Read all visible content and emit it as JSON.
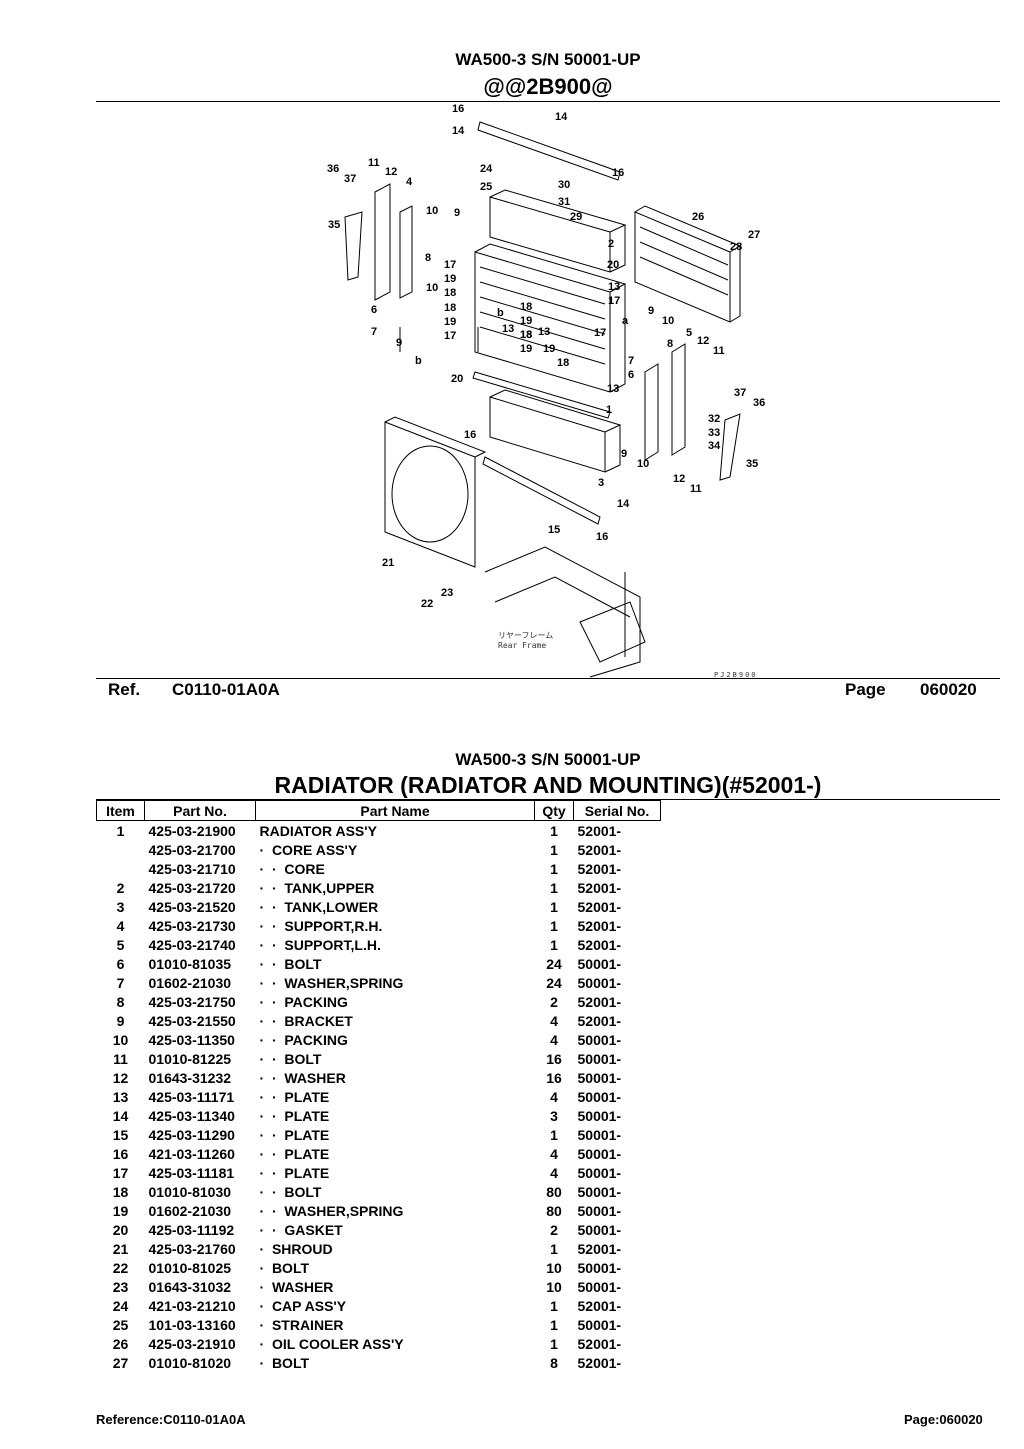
{
  "header": {
    "model": "WA500-3 S/N 50001-UP",
    "illustration_code": "@@2B900@"
  },
  "diagram": {
    "labels": [
      "16",
      "14",
      "14",
      "36",
      "37",
      "11",
      "12",
      "4",
      "24",
      "25",
      "30",
      "16",
      "31",
      "10",
      "9",
      "29",
      "26",
      "35",
      "8",
      "2",
      "27",
      "28",
      "17",
      "20",
      "19",
      "10",
      "18",
      "13",
      "6",
      "18",
      "19",
      "17",
      "b",
      "18",
      "9",
      "19",
      "18",
      "13",
      "a",
      "10",
      "7",
      "17",
      "13",
      "18",
      "17",
      "5",
      "9",
      "19",
      "19",
      "12",
      "18",
      "8",
      "b",
      "7",
      "11",
      "6",
      "20",
      "13",
      "37",
      "36",
      "1",
      "32",
      "16",
      "33",
      "34",
      "9",
      "10",
      "35",
      "3",
      "12",
      "11",
      "14",
      "15",
      "16",
      "21",
      "23",
      "22"
    ],
    "frame_label_jp": "リヤーフレーム",
    "frame_label_en": "Rear Frame",
    "drawing_id": "PJ2B900"
  },
  "ref_row": {
    "ref_label": "Ref.",
    "ref_value": "C0110-01A0A",
    "page_label": "Page",
    "page_value": "060020"
  },
  "section": {
    "model": "WA500-3 S/N 50001-UP",
    "title": "RADIATOR (RADIATOR AND MOUNTING)(#52001-)"
  },
  "table": {
    "headers": [
      "Item",
      "Part No.",
      "Part Name",
      "Qty",
      "Serial No."
    ],
    "rows": [
      [
        "1",
        "425-03-21900",
        "RADIATOR ASS'Y",
        "1",
        "52001-"
      ],
      [
        "",
        "425-03-21700",
        "·  CORE ASS'Y",
        "1",
        "52001-"
      ],
      [
        "",
        "425-03-21710",
        "·  ·  CORE",
        "1",
        "52001-"
      ],
      [
        "2",
        "425-03-21720",
        "·  ·  TANK,UPPER",
        "1",
        "52001-"
      ],
      [
        "3",
        "425-03-21520",
        "·  ·  TANK,LOWER",
        "1",
        "52001-"
      ],
      [
        "4",
        "425-03-21730",
        "·  ·  SUPPORT,R.H.",
        "1",
        "52001-"
      ],
      [
        "5",
        "425-03-21740",
        "·  ·  SUPPORT,L.H.",
        "1",
        "52001-"
      ],
      [
        "6",
        "01010-81035",
        "·  ·  BOLT",
        "24",
        "50001-"
      ],
      [
        "7",
        "01602-21030",
        "·  ·  WASHER,SPRING",
        "24",
        "50001-"
      ],
      [
        "8",
        "425-03-21750",
        "·  ·  PACKING",
        "2",
        "52001-"
      ],
      [
        "9",
        "425-03-21550",
        "·  ·  BRACKET",
        "4",
        "52001-"
      ],
      [
        "10",
        "425-03-11350",
        "·  ·  PACKING",
        "4",
        "50001-"
      ],
      [
        "11",
        "01010-81225",
        "·  ·  BOLT",
        "16",
        "50001-"
      ],
      [
        "12",
        "01643-31232",
        "·  ·  WASHER",
        "16",
        "50001-"
      ],
      [
        "13",
        "425-03-11171",
        "·  ·  PLATE",
        "4",
        "50001-"
      ],
      [
        "14",
        "425-03-11340",
        "·  ·  PLATE",
        "3",
        "50001-"
      ],
      [
        "15",
        "425-03-11290",
        "·  ·  PLATE",
        "1",
        "50001-"
      ],
      [
        "16",
        "421-03-11260",
        "·  ·  PLATE",
        "4",
        "50001-"
      ],
      [
        "17",
        "425-03-11181",
        "·  ·  PLATE",
        "4",
        "50001-"
      ],
      [
        "18",
        "01010-81030",
        "·  ·  BOLT",
        "80",
        "50001-"
      ],
      [
        "19",
        "01602-21030",
        "·  ·  WASHER,SPRING",
        "80",
        "50001-"
      ],
      [
        "20",
        "425-03-11192",
        "·  ·  GASKET",
        "2",
        "50001-"
      ],
      [
        "21",
        "425-03-21760",
        "·  SHROUD",
        "1",
        "52001-"
      ],
      [
        "22",
        "01010-81025",
        "·  BOLT",
        "10",
        "50001-"
      ],
      [
        "23",
        "01643-31032",
        "·  WASHER",
        "10",
        "50001-"
      ],
      [
        "24",
        "421-03-21210",
        "·  CAP ASS'Y",
        "1",
        "52001-"
      ],
      [
        "25",
        "101-03-13160",
        "·  STRAINER",
        "1",
        "50001-"
      ],
      [
        "26",
        "425-03-21910",
        "·  OIL COOLER ASS'Y",
        "1",
        "52001-"
      ],
      [
        "27",
        "01010-81020",
        "·  BOLT",
        "8",
        "52001-"
      ]
    ]
  },
  "footer": {
    "reference": "Reference:C0110-01A0A",
    "page": "Page:060020"
  }
}
